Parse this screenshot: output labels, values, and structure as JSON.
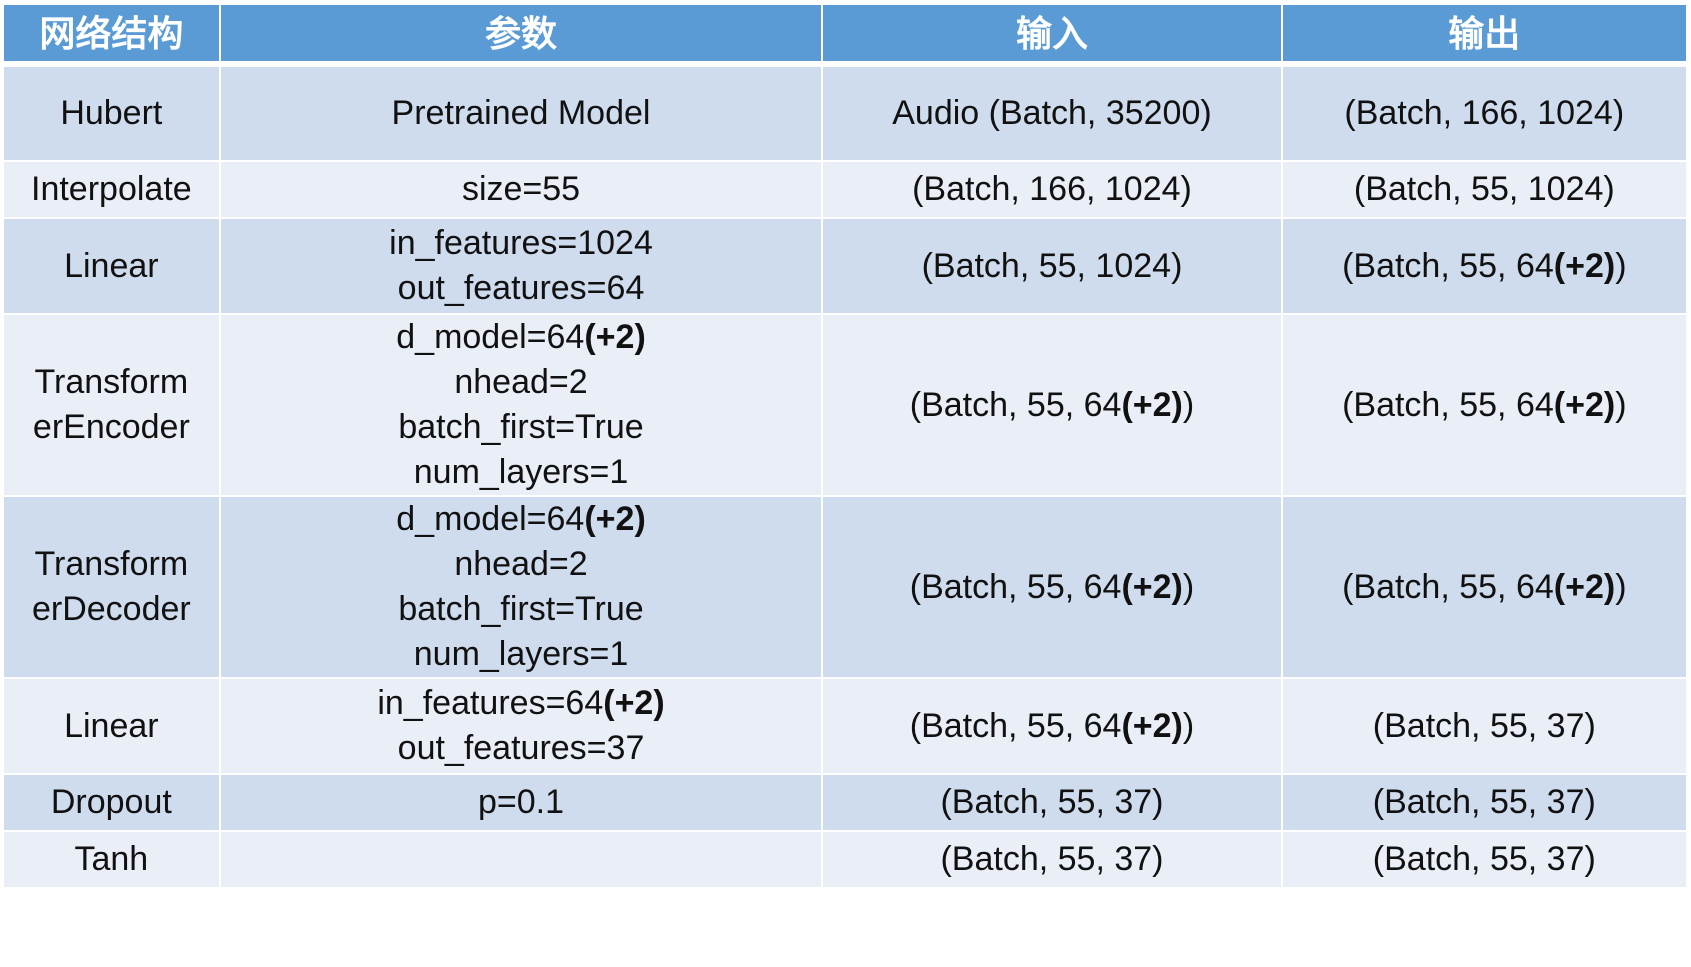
{
  "headers": [
    "网络结构",
    "参数",
    "输入",
    "输出"
  ],
  "rows": [
    {
      "layer": [
        "Hubert"
      ],
      "params": [
        [
          "Pretrained Model"
        ]
      ],
      "input": [
        "Audio (Batch, 35200)"
      ],
      "output": [
        "(Batch, 166, 1024)"
      ]
    },
    {
      "layer": [
        "Interpolate"
      ],
      "params": [
        [
          "size=55"
        ]
      ],
      "input": [
        "(Batch, 166, 1024)"
      ],
      "output": [
        "(Batch, 55, 1024)"
      ]
    },
    {
      "layer": [
        "Linear"
      ],
      "params": [
        [
          "in_features=1024"
        ],
        [
          "out_features=64"
        ]
      ],
      "input": [
        "(Batch, 55, 1024)"
      ],
      "output": [
        "(Batch, 55, 64",
        "(+2)",
        ")"
      ]
    },
    {
      "layer": [
        "Transform",
        "erEncoder"
      ],
      "params": [
        [
          "d_model=64",
          "(+2)"
        ],
        [
          "nhead=2"
        ],
        [
          "batch_first=True"
        ],
        [
          "num_layers=1"
        ]
      ],
      "input": [
        "(Batch, 55, 64",
        "(+2)",
        ")"
      ],
      "output": [
        "(Batch, 55, 64",
        "(+2)",
        ")"
      ]
    },
    {
      "layer": [
        "Transform",
        "erDecoder"
      ],
      "params": [
        [
          "d_model=64",
          "(+2)"
        ],
        [
          "nhead=2"
        ],
        [
          "batch_first=True"
        ],
        [
          "num_layers=1"
        ]
      ],
      "input": [
        "(Batch, 55, 64",
        "(+2)",
        ")"
      ],
      "output": [
        "(Batch, 55, 64",
        "(+2)",
        ")"
      ]
    },
    {
      "layer": [
        "Linear"
      ],
      "params": [
        [
          "in_features=64",
          "(+2)"
        ],
        [
          "out_features=37"
        ]
      ],
      "input": [
        "(Batch, 55, 64",
        "(+2)",
        ")"
      ],
      "output": [
        "(Batch, 55, 37)"
      ]
    },
    {
      "layer": [
        "Dropout"
      ],
      "params": [
        [
          "p=0.1"
        ]
      ],
      "input": [
        "(Batch, 55, 37)"
      ],
      "output": [
        "(Batch, 55, 37)"
      ]
    },
    {
      "layer": [
        "Tanh"
      ],
      "params": [
        [
          ""
        ]
      ],
      "input": [
        "(Batch, 55, 37)"
      ],
      "output": [
        "(Batch, 55, 37)"
      ]
    }
  ]
}
